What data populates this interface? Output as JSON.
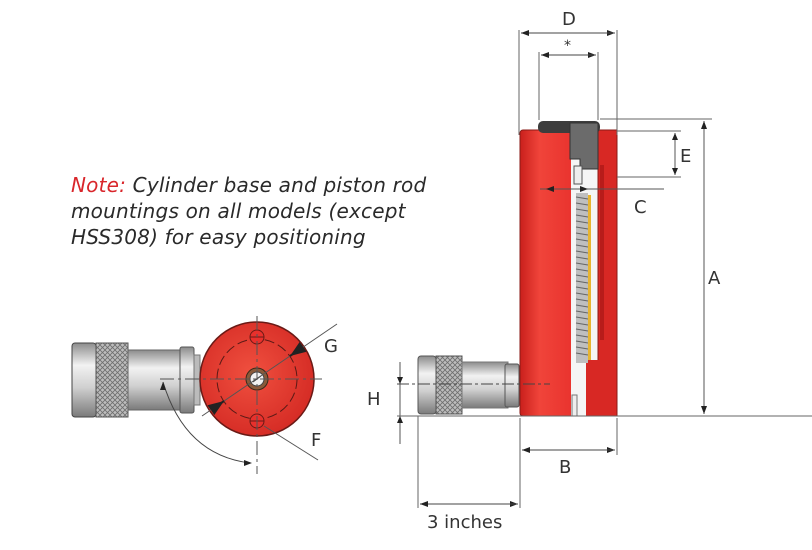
{
  "note": {
    "lead": "Note:",
    "text": " Cylinder base and piston rod mountings on all models (except HSS308) for easy positioning"
  },
  "labels": {
    "A": "A",
    "B": "B",
    "C": "C",
    "D": "D",
    "E": "E",
    "F": "F",
    "G": "G",
    "H": "H",
    "star": "*",
    "three_inches": "3 inches"
  },
  "colors": {
    "body_red": "#e8302c",
    "body_red_dark": "#b81c1a",
    "note_red": "#d9262b",
    "dim_line": "#555555",
    "steel": "#c9c9c9",
    "cap_gray": "#555555",
    "spring_yellow": "#e7b431"
  }
}
